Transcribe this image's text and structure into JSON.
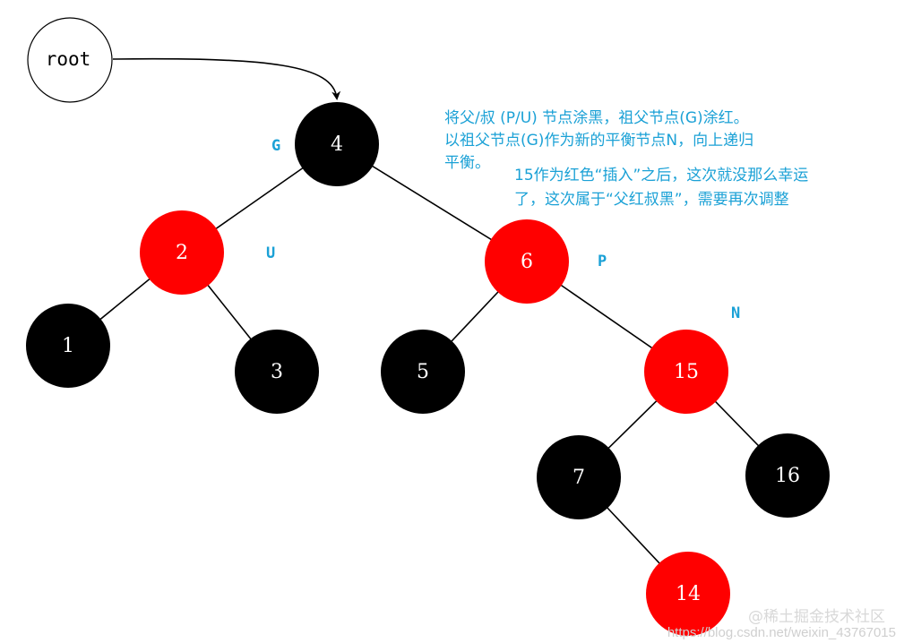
{
  "colors": {
    "black_node": "#000000",
    "red_node": "#ff0000",
    "annotation": "#1ba1d6",
    "node_text": "#ffffff"
  },
  "root": {
    "label": "root"
  },
  "nodes": [
    {
      "id": "n4",
      "value": "4",
      "color": "black"
    },
    {
      "id": "n2",
      "value": "2",
      "color": "red"
    },
    {
      "id": "n6",
      "value": "6",
      "color": "red"
    },
    {
      "id": "n1",
      "value": "1",
      "color": "black"
    },
    {
      "id": "n3",
      "value": "3",
      "color": "black"
    },
    {
      "id": "n5",
      "value": "5",
      "color": "black"
    },
    {
      "id": "n15",
      "value": "15",
      "color": "red"
    },
    {
      "id": "n7",
      "value": "7",
      "color": "black"
    },
    {
      "id": "n16",
      "value": "16",
      "color": "black"
    },
    {
      "id": "n14",
      "value": "14",
      "color": "red"
    }
  ],
  "edges": [
    {
      "from": "n4",
      "to": "n2"
    },
    {
      "from": "n4",
      "to": "n6"
    },
    {
      "from": "n2",
      "to": "n1"
    },
    {
      "from": "n2",
      "to": "n3"
    },
    {
      "from": "n6",
      "to": "n5"
    },
    {
      "from": "n6",
      "to": "n15"
    },
    {
      "from": "n15",
      "to": "n7"
    },
    {
      "from": "n15",
      "to": "n16"
    },
    {
      "from": "n7",
      "to": "n14"
    }
  ],
  "role_labels": {
    "g": "G",
    "u": "U",
    "p": "P",
    "n": "N"
  },
  "notes": {
    "recolor_line1": "将父/叔 (P/U) 节点涂黑，祖父节点(G)涂红。",
    "recolor_line2": "以祖父节点(G)作为新的平衡节点N，向上递归",
    "recolor_line3": "平衡。",
    "insert_line1": "15作为红色“插入”之后，这次就没那么幸运",
    "insert_line2": "了，这次属于“父红叔黑”，需要再次调整"
  },
  "watermark": {
    "url": "https://blog.csdn.net/weixin_43767015",
    "brand": "@稀土掘金技术社区"
  }
}
